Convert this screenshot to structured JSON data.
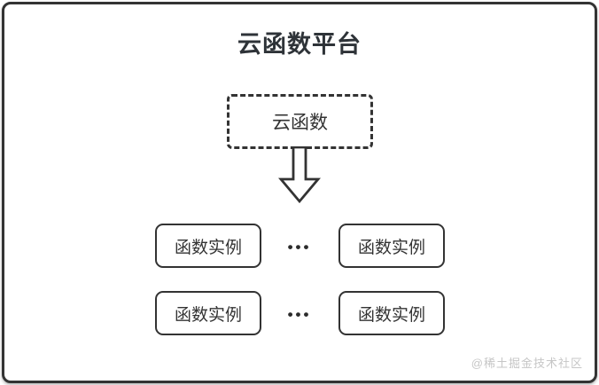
{
  "page": {
    "title": "云函数平台",
    "cloud_function": {
      "label": "云函数"
    },
    "instances": [
      {
        "label": "函数实例"
      },
      {
        "label": "函数实例"
      },
      {
        "label": "函数实例"
      },
      {
        "label": "函数实例"
      }
    ],
    "ellipsis": {
      "row1": "•••",
      "row2": "•••"
    },
    "watermark": "@稀土掘金技术社区"
  },
  "icons": {
    "down_arrow": "hollow-down-arrow"
  },
  "colors": {
    "border": "#333333",
    "title_text": "#2e3338",
    "box_text": "#333333",
    "watermark_text": "#c6c6c6",
    "background": "#ffffff"
  }
}
